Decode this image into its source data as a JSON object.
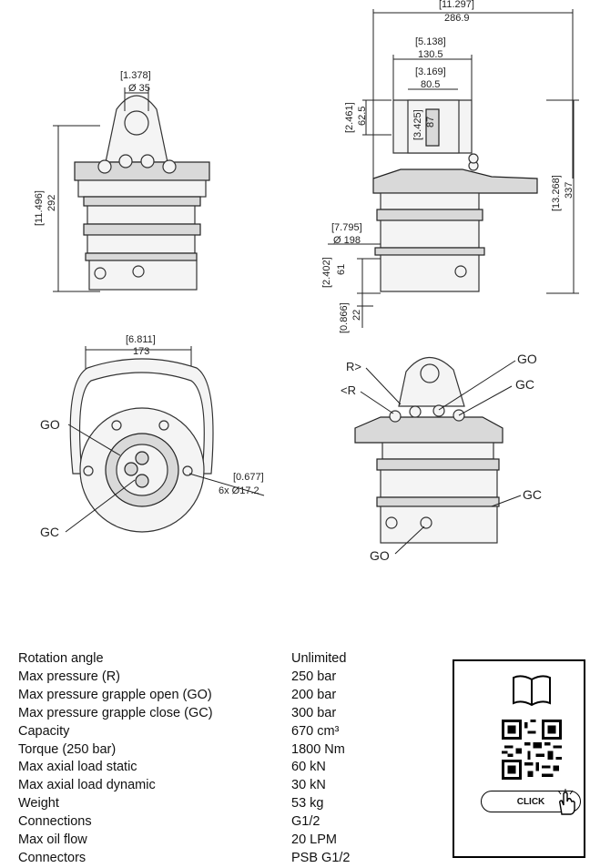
{
  "dimensions": {
    "top_width_in": "[11.297]",
    "top_width_mm": "286.9",
    "w1_in": "[5.138]",
    "w1_mm": "130.5",
    "w2_in": "[3.169]",
    "w2_mm": "80.5",
    "d35_in": "[1.378]",
    "d35_mm": "Ø 35",
    "h292_in": "[11.496]",
    "h292_mm": "292",
    "h62_in": "[2.461]",
    "h62_mm": "62.5",
    "h87_in": "[3.425]",
    "h87_mm": "87",
    "h337_in": "[13.268]",
    "h337_mm": "337",
    "d198_in": "[7.795]",
    "d198_mm": "Ø 198",
    "h61_in": "[2.402]",
    "h61_mm": "61",
    "h22_in": "[0.866]",
    "h22_mm": "22",
    "w173_in": "[6.811]",
    "w173_mm": "173",
    "hole_in": "[0.677]",
    "hole_mm": "6x Ø17.2"
  },
  "port_labels": {
    "go": "GO",
    "gc": "GC",
    "r_plus": "R>",
    "r_minus": "<R"
  },
  "specs": [
    {
      "label": "Rotation angle",
      "value": "Unlimited"
    },
    {
      "label": "Max pressure (R)",
      "value": "250 bar"
    },
    {
      "label": "Max pressure grapple open (GO)",
      "value": "200 bar"
    },
    {
      "label": "Max pressure grapple close (GC)",
      "value": "300 bar"
    },
    {
      "label": "Capacity",
      "value": "670 cm³"
    },
    {
      "label": "Torque (250 bar)",
      "value": "1800 Nm"
    },
    {
      "label": "Max axial load static",
      "value": "60 kN"
    },
    {
      "label": "Max axial load dynamic",
      "value": "30 kN"
    },
    {
      "label": "Weight",
      "value": "53 kg"
    },
    {
      "label": "Connections",
      "value": "G1/2"
    },
    {
      "label": "Max oil flow",
      "value": "20 LPM"
    },
    {
      "label": "Connectors",
      "value": "PSB G1/2"
    }
  ],
  "panel": {
    "click_label": "CLICK"
  }
}
